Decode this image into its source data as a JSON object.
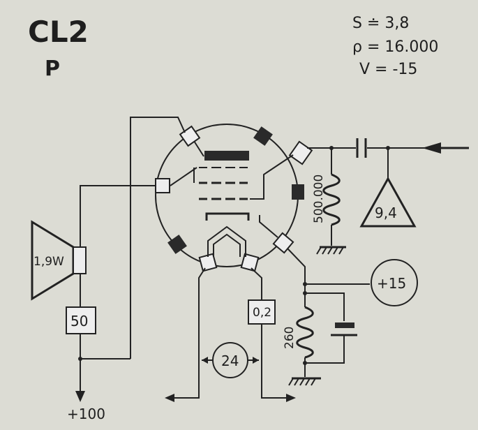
{
  "tube": {
    "name": "CL2",
    "subtitle": "P"
  },
  "parameters": [
    "S ≐ 3,8",
    "ρ = 16.000",
    "V = -15"
  ],
  "components": {
    "speaker_power": "1,9W",
    "output_transformer": "50",
    "supply_voltage": "+100",
    "grid_resistor": "500.000",
    "input_signal": "9,4",
    "bias_voltage": "+15",
    "cathode_resistor": "260",
    "heater_resistor": "0,2",
    "heater_voltage": "24"
  }
}
